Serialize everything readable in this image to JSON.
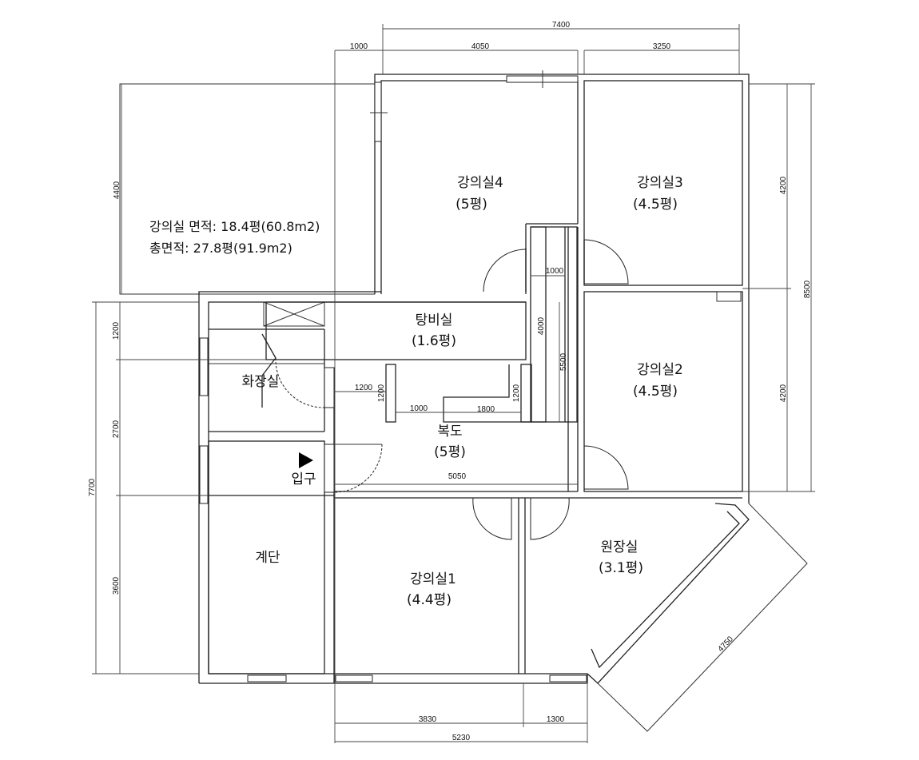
{
  "notes": {
    "classroom_area": "강의실 면적: 18.4평(60.8m2)",
    "total_area": "총면적: 27.8평(91.9m2)"
  },
  "rooms": [
    {
      "name": "강의실4",
      "area": "(5평)"
    },
    {
      "name": "강의실3",
      "area": "(4.5평)"
    },
    {
      "name": "탕비실",
      "area": "(1.6평)"
    },
    {
      "name": "강의실2",
      "area": "(4.5평)"
    },
    {
      "name": "화장실",
      "area": ""
    },
    {
      "name": "복도",
      "area": "(5평)"
    },
    {
      "name": "입구",
      "area": ""
    },
    {
      "name": "계단",
      "area": ""
    },
    {
      "name": "강의실1",
      "area": "(4.4평)"
    },
    {
      "name": "원장실",
      "area": "(3.1평)"
    }
  ],
  "dimensions": {
    "top_total": "7400",
    "top_left": "1000",
    "top_mid": "4050",
    "top_right": "3250",
    "right_upper": "4200",
    "right_lower": "4200",
    "right_total": "8500",
    "left_upper": "4400",
    "left_1200": "1200",
    "left_2700": "2700",
    "left_3600": "3600",
    "left_total": "7700",
    "hall_1000": "1000",
    "pantry_4000": "4000",
    "hall_5500": "5500",
    "hall_1200a": "1200",
    "hall_1200b": "1200",
    "hall_1000b": "1000",
    "hall_1800": "1800",
    "hall_1200c": "1200",
    "hall_5050": "5050",
    "bottom_3830": "3830",
    "bottom_1300": "1300",
    "bottom_total": "5230",
    "diagonal_4750": "4750"
  },
  "colors": {
    "line": "#222222",
    "background": "#ffffff"
  }
}
